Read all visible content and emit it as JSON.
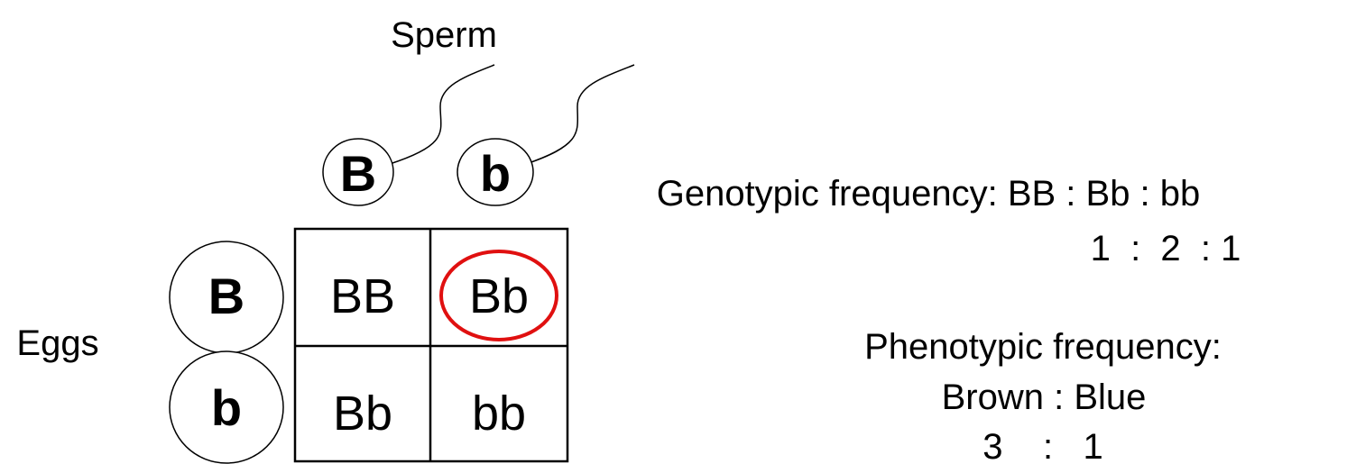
{
  "labels": {
    "sperm": "Sperm",
    "eggs": "Eggs"
  },
  "gametes": {
    "sperm": [
      "B",
      "b"
    ],
    "eggs": [
      "B",
      "b"
    ]
  },
  "grid": [
    [
      "BB",
      "Bb"
    ],
    [
      "Bb",
      "bb"
    ]
  ],
  "highlight_color": "#e01010",
  "genotypic": {
    "label": "Genotypic frequency: BB : Bb : bb",
    "ratio": "1  :  2  : 1"
  },
  "phenotypic": {
    "label": "Phenotypic frequency:",
    "traits": "Brown : Blue",
    "ratio": "3    :   1"
  }
}
